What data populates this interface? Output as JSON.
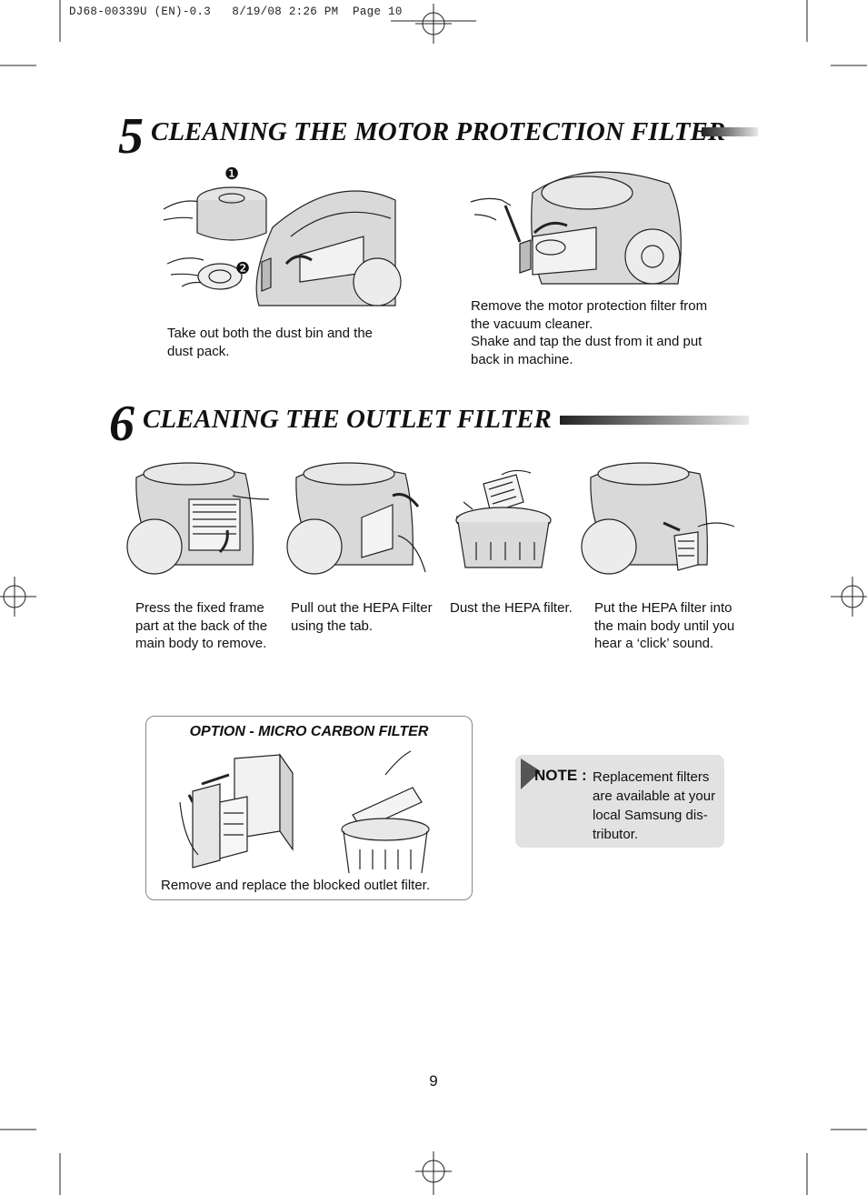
{
  "slug_line": "DJ68-00339U (EN)-0.3   8/19/08 2:26 PM  Page 10",
  "section5": {
    "number": "5",
    "title": "CLEANING THE MOTOR PROTECTION FILTER",
    "step_markers": [
      "❶",
      "❷"
    ],
    "captions": [
      "Take out both the dust bin and the dust pack.",
      "Remove the motor protection filter from the vacuum cleaner.",
      "Shake and tap the dust from it and put back in machine."
    ]
  },
  "section6": {
    "number": "6",
    "title": "CLEANING THE OUTLET FILTER",
    "captions": [
      "Press the fixed frame part at the back of the main body to remove.",
      "Pull out the HEPA Filter using the tab.",
      "Dust the HEPA filter.",
      "Put the HEPA filter into the main body until you hear a ‘click’ sound."
    ]
  },
  "option": {
    "title": "OPTION - MICRO CARBON FILTER",
    "caption": "Remove and replace the blocked outlet filter."
  },
  "note": {
    "label": "NOTE :",
    "text": "Replacement filters are available at your local Samsung dis-tributor."
  },
  "page_number": "9"
}
